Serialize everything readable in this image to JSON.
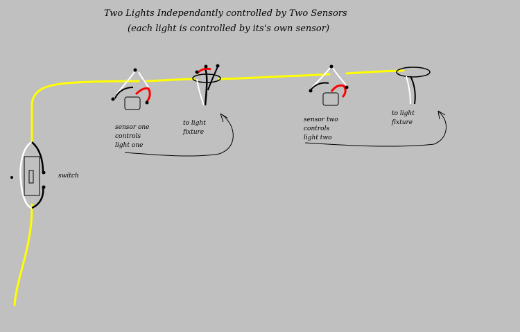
{
  "title_line1": "Two Lights Independantly controlled by Two Sensors",
  "title_line2": "(each light is controlled by its's own sensor)",
  "switch_label": "switch",
  "sensor_one_lines": [
    "sensor one",
    "controls",
    "light one"
  ],
  "fixture_one_lines": [
    "to light",
    "fixture"
  ],
  "sensor_two_lines": [
    "sensor two",
    "controls",
    "light two"
  ],
  "fixture_two_lines": [
    "to light",
    "fixture"
  ],
  "colors": {
    "background": "#c0c0c0",
    "hot_wire": "#ffff00",
    "black_wire": "#000000",
    "white_wire": "#ffffff",
    "red_wire": "#ff0000"
  }
}
